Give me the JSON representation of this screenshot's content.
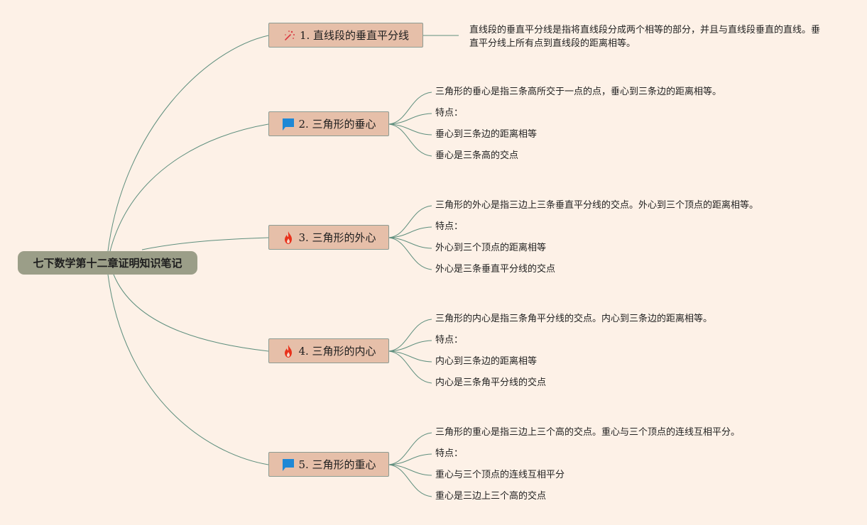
{
  "root": {
    "label": "七下数学第十二章证明知识笔记"
  },
  "branches": [
    {
      "label": "1. 直线段的垂直平分线",
      "icon": "sparkle-icon",
      "note": "直线段的垂直平分线是指将直线段分成两个相等的部分，并且与直线段垂直的直线。垂直平分线上所有点到直线段的距离相等。"
    },
    {
      "label": "2. 三角形的垂心",
      "icon": "flag-icon",
      "leaves": [
        "三角形的垂心是指三条高所交于一点的点，垂心到三条边的距离相等。",
        "特点：",
        "垂心到三条边的距离相等",
        "垂心是三条高的交点"
      ]
    },
    {
      "label": "3. 三角形的外心",
      "icon": "fire-icon",
      "leaves": [
        "三角形的外心是指三边上三条垂直平分线的交点。外心到三个顶点的距离相等。",
        "特点：",
        "外心到三个顶点的距离相等",
        "外心是三条垂直平分线的交点"
      ]
    },
    {
      "label": "4. 三角形的内心",
      "icon": "fire-icon",
      "leaves": [
        "三角形的内心是指三条角平分线的交点。内心到三条边的距离相等。",
        "特点：",
        "内心到三条边的距离相等",
        "内心是三条角平分线的交点"
      ]
    },
    {
      "label": "5. 三角形的重心",
      "icon": "flag-icon",
      "leaves": [
        "三角形的重心是指三边上三个高的交点。重心与三个顶点的连线互相平分。",
        "特点：",
        "重心与三个顶点的连线互相平分",
        "重心是三边上三个高的交点"
      ]
    }
  ],
  "colors": {
    "background": "#fdf1e7",
    "root_fill": "#9b9e88",
    "branch_fill": "#e6bfa9",
    "connector": "#5f8f7e",
    "flag": "#1e88d6",
    "fire": "#e8321c",
    "sparkle": "#d9363e"
  }
}
